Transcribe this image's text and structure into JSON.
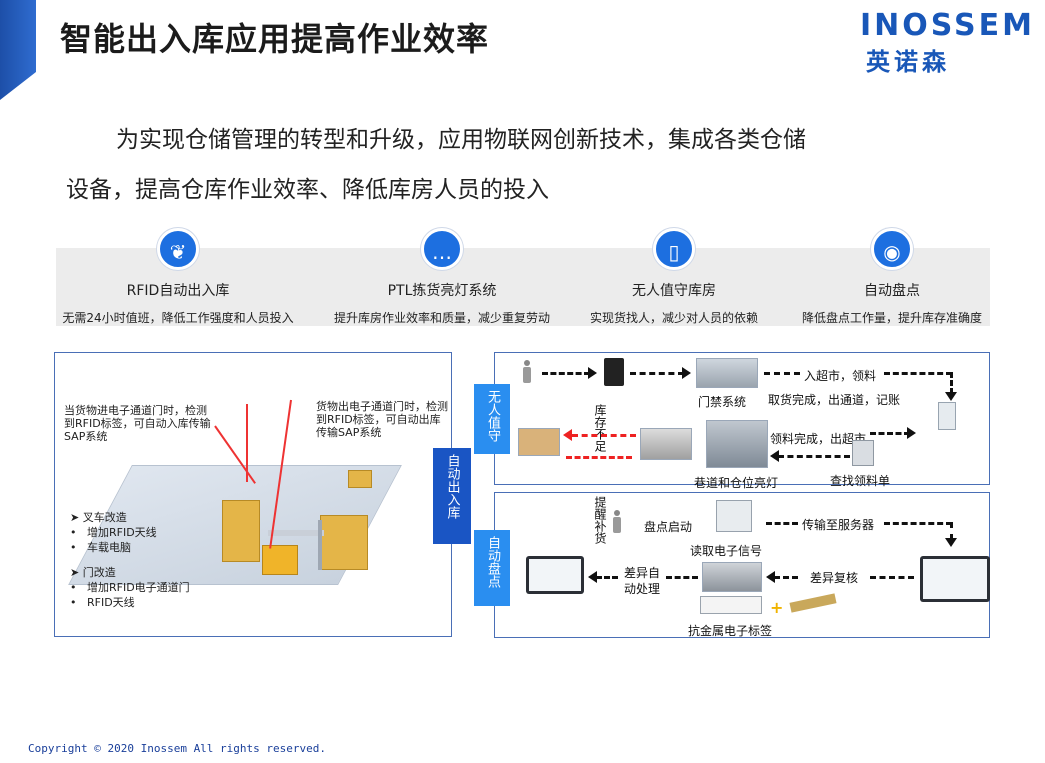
{
  "header": {
    "title": "智能出入库应用提高作业效率",
    "brand": "INOSSEM",
    "brand_cn": "英诺森",
    "accent": "#1957b8"
  },
  "intro": {
    "line1": "为实现仓储管理的转型和升级，应用物联网创新技术，集成各类仓储",
    "line2": "设备，提高仓库作业效率、降低库房人员的投入"
  },
  "features": [
    {
      "icon": "leaf-icon",
      "label": "RFID自动出入库",
      "desc": "无需24小时值班，降低工作强度和人员投入"
    },
    {
      "icon": "chat-bubble-icon",
      "label": "PTL拣货亮灯系统",
      "desc": "提升库房作业效率和质量，减少重复劳动"
    },
    {
      "icon": "tablet-icon",
      "label": "无人值守库房",
      "desc": "实现货找人，减少对人员的依赖"
    },
    {
      "icon": "eye-icon",
      "label": "自动盘点",
      "desc": "降低盘点工作量，提升库存准确度"
    }
  ],
  "left_panel": {
    "note_in": "当货物进电子通道门时，检测到RFID标签，可自动入库传输SAP系统",
    "note_out": "货物出电子通道门时，检测到RFID标签，可自动出库传输SAP系统",
    "forklift_title": "叉车改造",
    "forklift_items": [
      "增加RFID天线",
      "车载电脑"
    ],
    "door_title": "门改造",
    "door_items": [
      "增加RFID电子通道门",
      "RFID天线"
    ]
  },
  "center_tag": "自动出入库",
  "unattended": {
    "tag": "无人值守",
    "access_label": "门禁系统",
    "enter_label": "入超市，领料",
    "pick_done_label": "取货完成，出通道，记账",
    "collect_done_label": "领料完成，出超市",
    "aisle_label": "巷道和仓位亮灯",
    "find_label": "查找领料单",
    "stock_short_label": "库存不足"
  },
  "inventory": {
    "tag": "自动盘点",
    "remind_label": "提醒补货",
    "start_label": "盘点启动",
    "read_label": "读取电子信号",
    "send_label": "传输至服务器",
    "diff_auto_label": "差异自动处理",
    "diff_review_label": "差异复核",
    "tag_label": "抗金属电子标签"
  },
  "footer": {
    "copyright": "Copyright © 2020  Inossem  All rights reserved."
  }
}
